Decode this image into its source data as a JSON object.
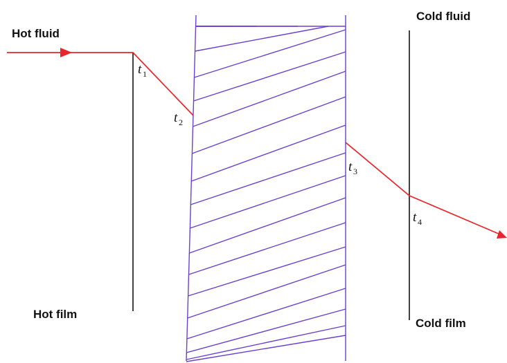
{
  "labels": {
    "hot_fluid": "Hot fluid",
    "cold_fluid": "Cold fluid",
    "hot_film": "Hot film",
    "cold_film": "Cold film"
  },
  "temperatures": [
    {
      "var": "t",
      "sub": "1"
    },
    {
      "var": "t",
      "sub": "2"
    },
    {
      "var": "t",
      "sub": "3"
    },
    {
      "var": "t",
      "sub": "4"
    }
  ],
  "colors": {
    "temperature_profile": "#e8262b",
    "wall": "#6a3fd1",
    "film_boundary": "#111111",
    "text": "#111111"
  }
}
